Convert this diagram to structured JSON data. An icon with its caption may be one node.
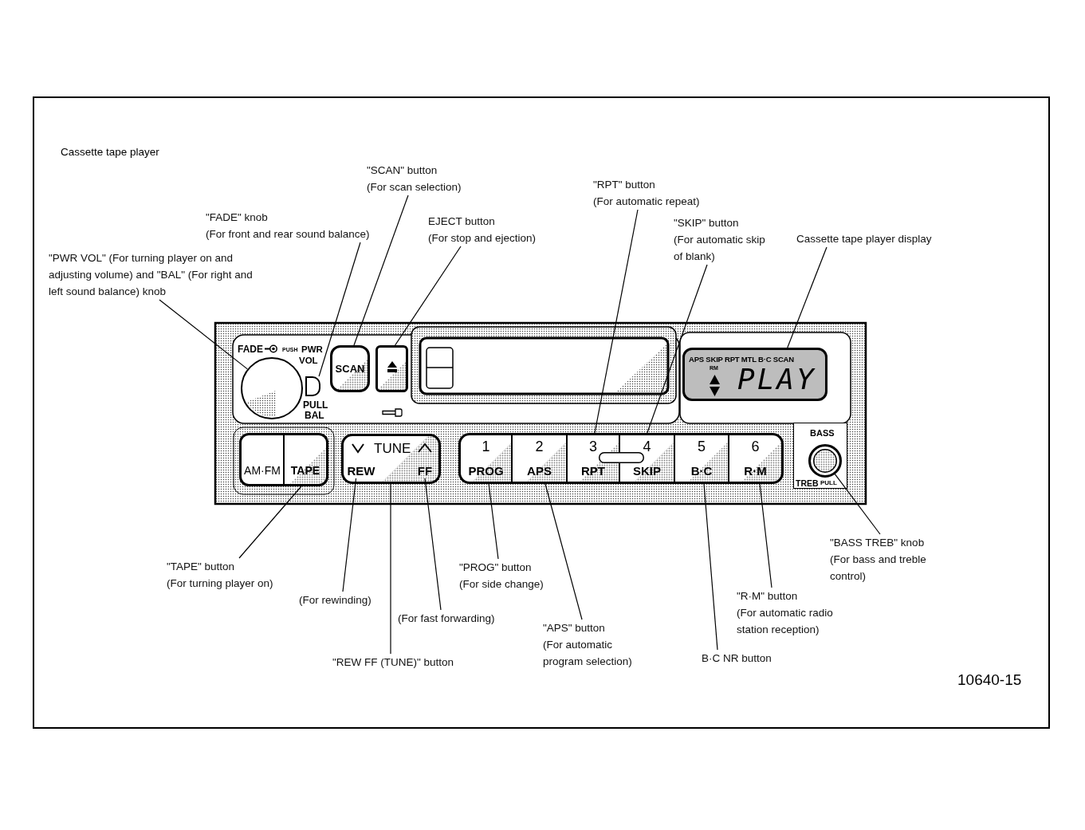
{
  "diagram": {
    "title": "Cassette tape player",
    "nodes": [
      {
        "text": [
          "\"SCAN\" button",
          "(For scan selection)"
        ]
      },
      {
        "text": [
          "\"RPT\" button",
          "(For automatic repeat)"
        ]
      },
      {
        "text": [
          "\"FADE\" knob",
          "(For front and rear sound balance)"
        ]
      },
      {
        "text": [
          "EJECT button",
          "(For stop and ejection)"
        ]
      },
      {
        "text": [
          "\"SKIP\" button",
          "(For automatic skip of blank)"
        ]
      },
      {
        "text": [
          "Cassette tape player display"
        ]
      },
      {
        "text": [
          "\"PWR VOL\" (For turning player on and adjusting volume) and \"BAL\" (For right and left sound balance) knob"
        ]
      },
      {
        "text": [],
        "shape": "circle"
      },
      {
        "text": [],
        "shape": "box"
      },
      {
        "text": [
          "SCAN"
        ]
      },
      {
        "text": [],
        "shape": "box"
      },
      {
        "text": [
          "APS SKIP RPT MTL B·C SCAN",
          "RM",
          "PLAY"
        ]
      },
      {
        "text": [
          "AM·FM"
        ]
      },
      {
        "text": [
          "TAPE"
        ]
      },
      {
        "text": [
          "TUNE"
        ]
      },
      {
        "text": [
          "REW"
        ],
        "in": 14
      },
      {
        "text": [
          "FF"
        ],
        "in": 14
      },
      {
        "text": [
          "1",
          "PROG"
        ]
      },
      {
        "text": [
          "2",
          "APS"
        ]
      },
      {
        "text": [
          "3",
          "RPT"
        ]
      },
      {
        "text": [
          "4",
          "SKIP"
        ]
      },
      {
        "text": [
          "5",
          "B·C"
        ]
      },
      {
        "text": [
          "6",
          "R·M"
        ]
      },
      {
        "text": [
          "BASS",
          "TREB",
          "PULL"
        ]
      },
      {
        "text": [],
        "shape": "circle",
        "in": 23
      },
      {
        "text": [
          "\"BASS TREB\" knob",
          "(For bass and treble control)"
        ]
      },
      {
        "text": [
          "\"TAPE\" button",
          "(For turning player on)"
        ]
      },
      {
        "text": [
          "\"PROG\" button",
          "(For side change)"
        ]
      },
      {
        "text": [
          "\"R·M\" button",
          "(For automatic radio station reception)"
        ]
      },
      {
        "text": [
          "(For rewinding)"
        ]
      },
      {
        "text": [
          "(For fast forwarding)"
        ]
      },
      {
        "text": [
          "\"APS\" button",
          "(For automatic program selection)"
        ]
      },
      {
        "text": [
          "B·C NR button"
        ]
      },
      {
        "text": [
          "\"REW FF (TUNE)\" button"
        ]
      }
    ],
    "edges": [
      {
        "from": 6,
        "to": 7,
        "arrow": "none"
      },
      {
        "from": 2,
        "to": 8,
        "arrow": "none"
      },
      {
        "from": 0,
        "to": 9,
        "arrow": "none"
      },
      {
        "from": 3,
        "to": 10,
        "arrow": "none"
      },
      {
        "from": 1,
        "to": 19,
        "arrow": "none"
      },
      {
        "from": 4,
        "to": 20,
        "arrow": "none"
      },
      {
        "from": 5,
        "to": 11,
        "arrow": "none"
      },
      {
        "from": 26,
        "to": 13,
        "arrow": "none"
      },
      {
        "from": 29,
        "to": 15,
        "arrow": "none"
      },
      {
        "from": 33,
        "to": 14,
        "arrow": "none"
      },
      {
        "from": 30,
        "to": 16,
        "arrow": "none"
      },
      {
        "from": 27,
        "to": 17,
        "arrow": "none"
      },
      {
        "from": 31,
        "to": 18,
        "arrow": "none"
      },
      {
        "from": 32,
        "to": 21,
        "arrow": "none"
      },
      {
        "from": 28,
        "to": 22,
        "arrow": "none"
      },
      {
        "from": 25,
        "to": 24,
        "arrow": "none"
      }
    ],
    "labels": [
      "FADE",
      "PUSH",
      "PWR",
      "VOL",
      "PULL",
      "BAL",
      "10640-15"
    ]
  }
}
